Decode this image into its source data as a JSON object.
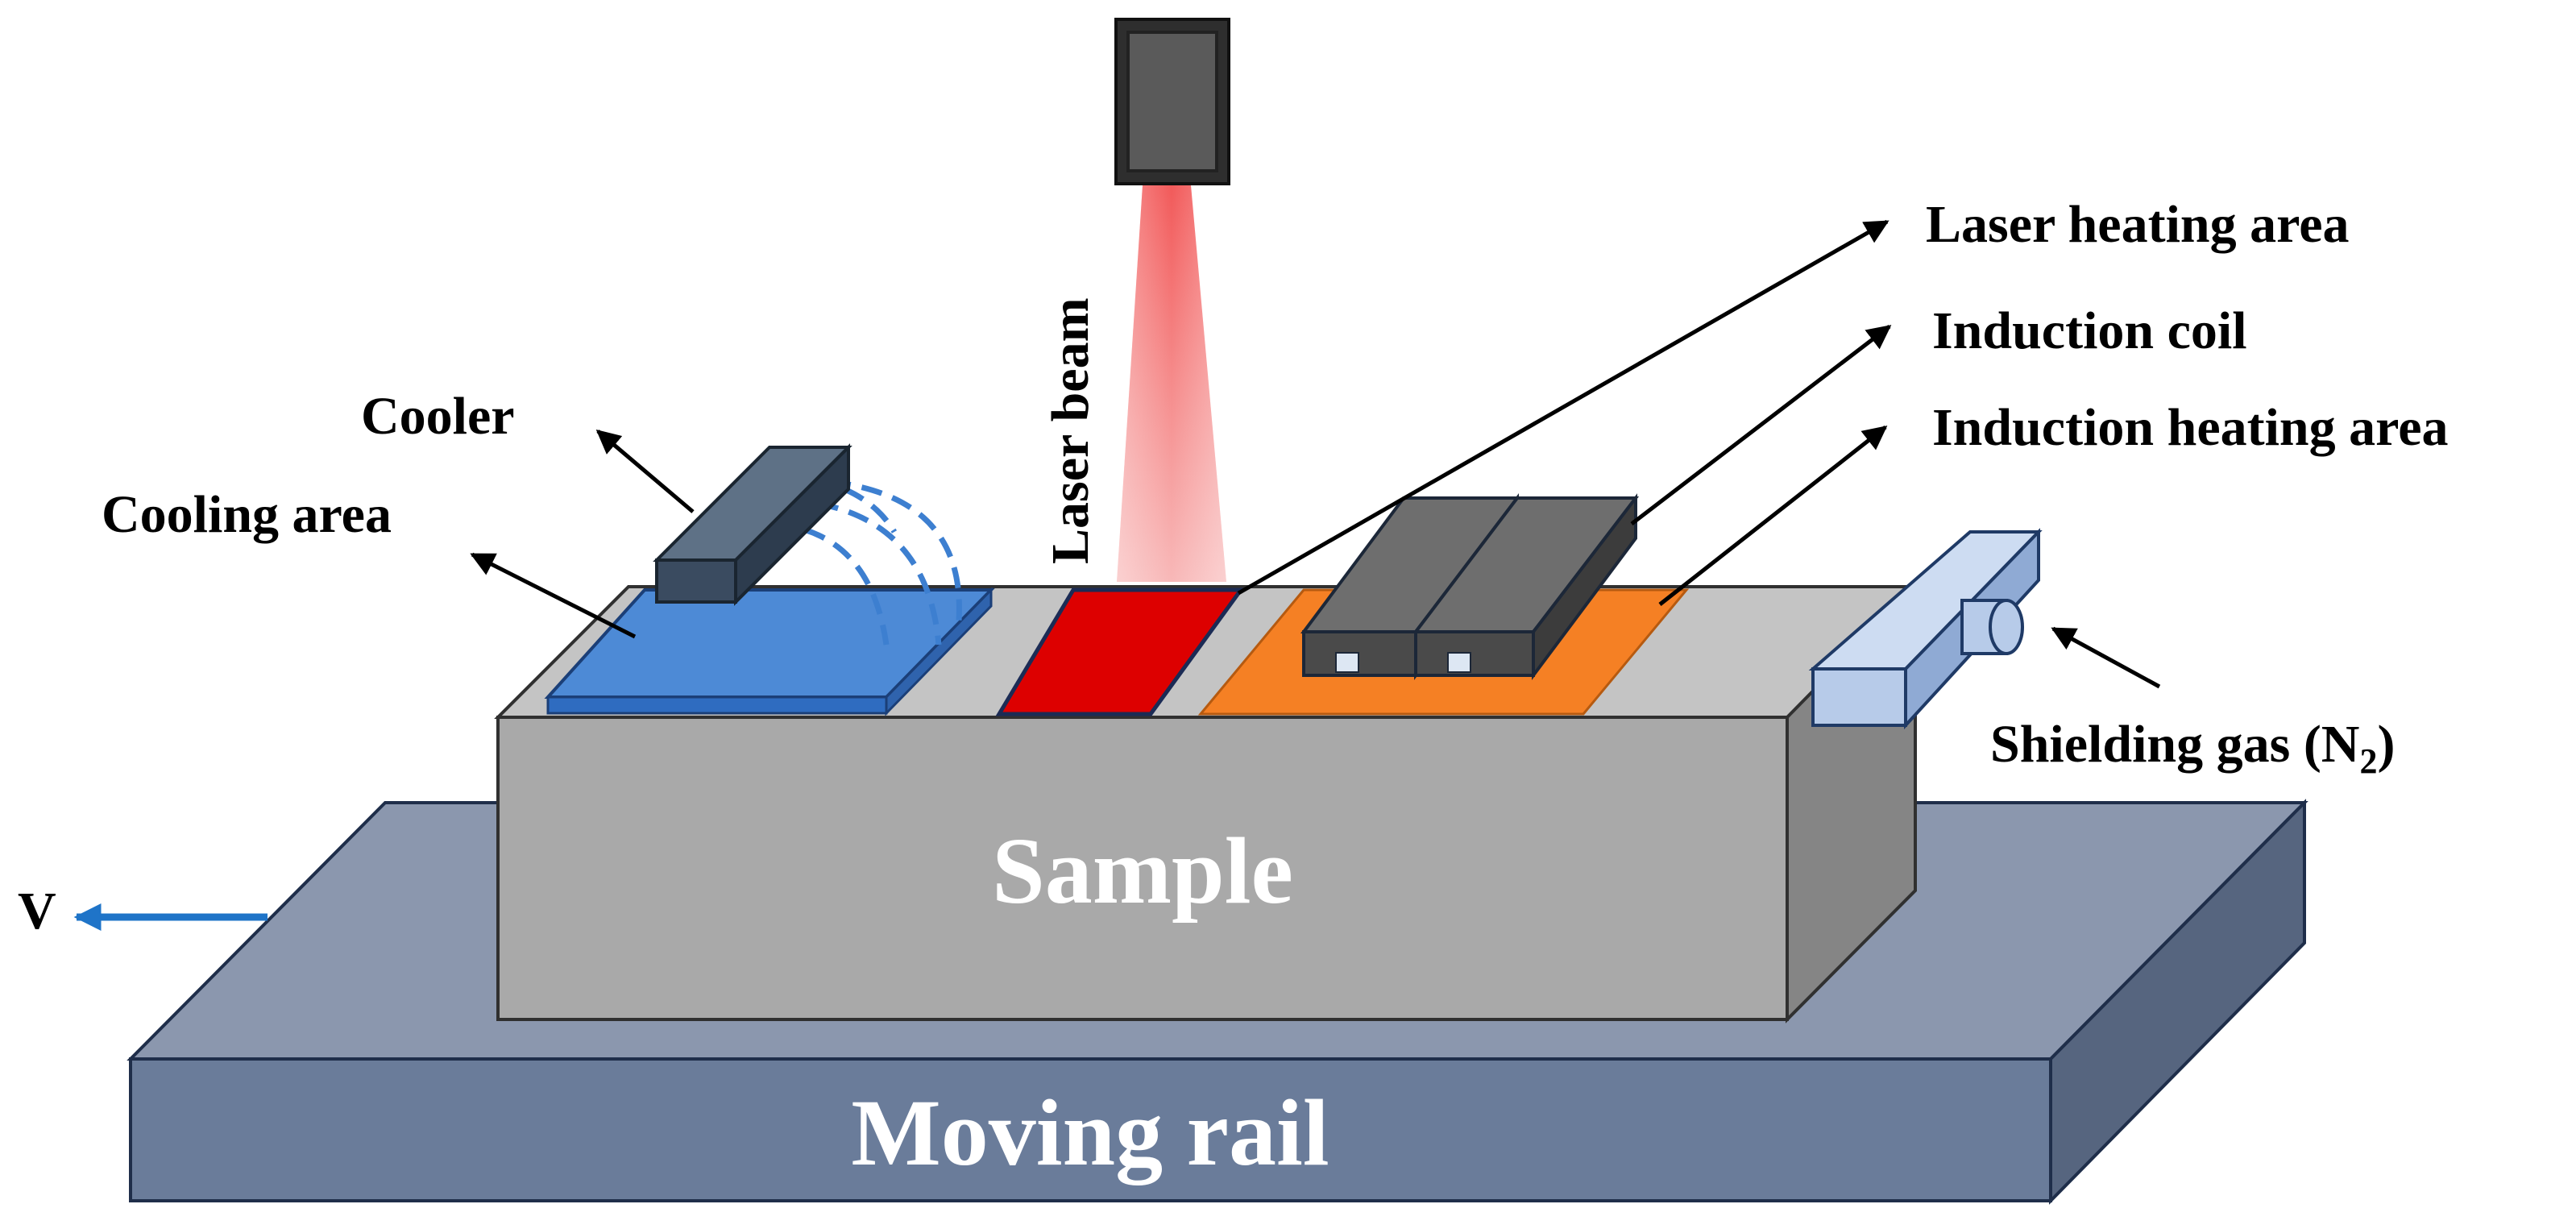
{
  "labels": {
    "laser_beam": "Laser beam",
    "laser_heating_area": "Laser heating area",
    "induction_coil": "Induction coil",
    "induction_heating_area": "Induction heating area",
    "cooler": "Cooler",
    "cooling_area": "Cooling area",
    "shielding_gas_prefix": "Shielding gas (N",
    "shielding_gas_subscript": "2",
    "shielding_gas_suffix": ")",
    "sample": "Sample",
    "moving_rail": "Moving rail",
    "velocity": "V"
  },
  "colors": {
    "rail_top": "#8b97ae",
    "rail_front": "#6a7c9a",
    "rail_side": "#56657f",
    "sample_top": "#c4c4c4",
    "sample_front": "#a9a9a9",
    "sample_side": "#858585",
    "cooling_area": "#4d8ad6",
    "laser_heating_area": "#dd0000",
    "induction_heating_area": "#f58024",
    "coil": "#6e6e6e",
    "cooler": "#465a70",
    "laser_head": "#4a4a4a",
    "laser_beam": "#f25a5a",
    "shielding_nozzle": "#b7cbe9",
    "velocity_arrow": "#1f74c8"
  }
}
